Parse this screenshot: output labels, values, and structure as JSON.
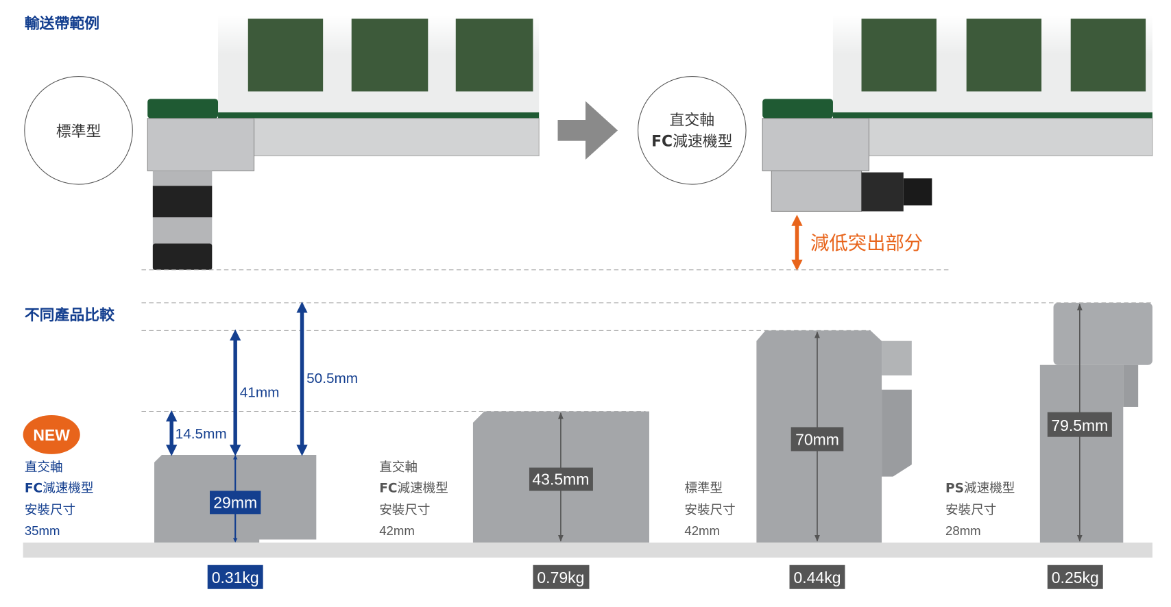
{
  "colors": {
    "blue": "#143f8f",
    "orange": "#e8641b",
    "gray_label": "#555555",
    "block": "#a4a6a9",
    "ground": "#dcdcdc"
  },
  "section1": {
    "title": "輸送帶範例",
    "standard_circle": "標準型",
    "fc_circle_line1": "直交軸",
    "fc_circle_line2_bold": "FC",
    "fc_circle_line2_rest": "減速機型",
    "reduce_label": "減低突出部分"
  },
  "section2": {
    "title": "不同產品比較",
    "new_badge": "NEW",
    "dims": {
      "d14": "14.5mm",
      "d41": "41mm",
      "d50": "50.5mm",
      "d29": "29mm",
      "d43": "43.5mm",
      "d70": "70mm",
      "d79": "79.5mm"
    },
    "products": [
      {
        "line1": "直交軸",
        "bold": "FC",
        "line2": "減速機型",
        "line3": "安裝尺寸",
        "size": "35mm",
        "weight": "0.31kg"
      },
      {
        "line1": "直交軸",
        "bold": "FC",
        "line2": "減速機型",
        "line3": "安裝尺寸",
        "size": "42mm",
        "weight": "0.79kg"
      },
      {
        "line2": "標準型",
        "line3": "安裝尺寸",
        "size": "42mm",
        "weight": "0.44kg"
      },
      {
        "bold": "PS",
        "line2": "減速機型",
        "line3": "安裝尺寸",
        "size": "28mm",
        "weight": "0.25kg"
      }
    ]
  }
}
